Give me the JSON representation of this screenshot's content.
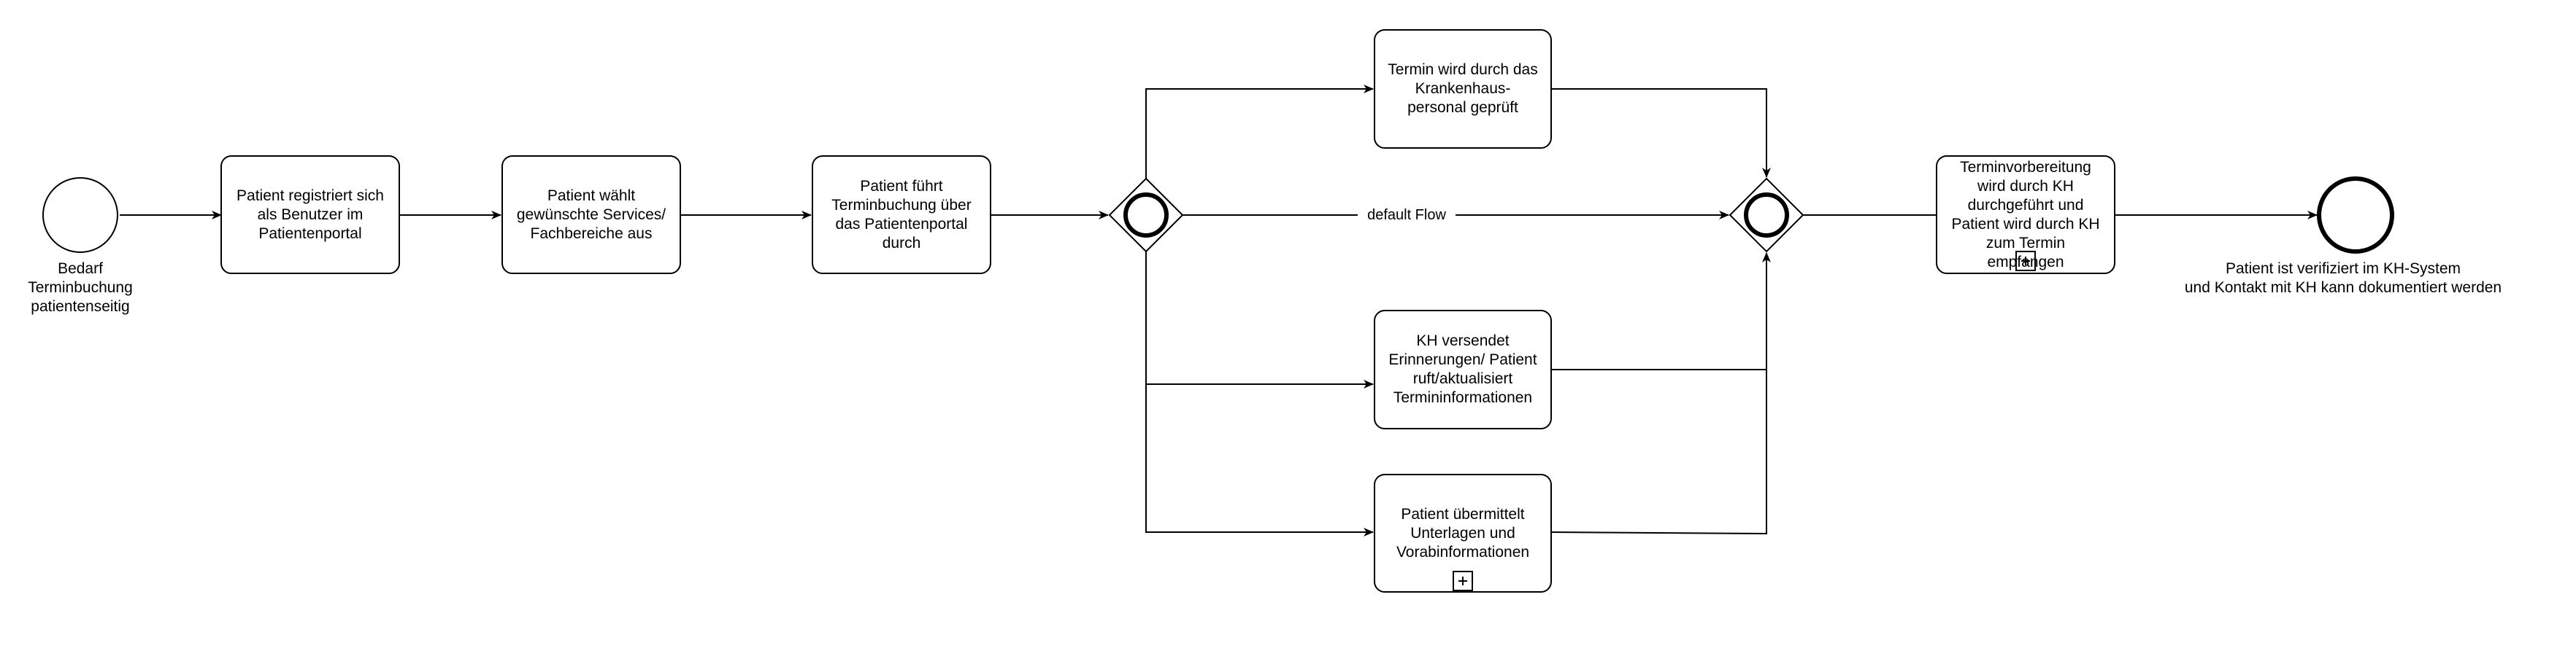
{
  "start_event": {
    "label": "Bedarf\nTerminbuchung\npatientenseitig"
  },
  "tasks": {
    "register": "Patient registriert sich\nals Benutzer im\nPatientenportal",
    "select_services": "Patient wählt\ngewünschte Services/\nFachbereiche aus",
    "booking": "Patient führt\nTerminbuchung über\ndas Patientenportal\ndurch",
    "check": "Termin wird durch das\nKrankenhaus-\npersonal geprüft",
    "reminders": "KH versendet\nErinnerungen/ Patient\nruft/aktualisiert\nTermininformationen",
    "documents": "Patient übermittelt\nUnterlagen und\nVorabinformationen",
    "preparation": "Terminvorbereitung\nwird durch KH\ndurchgeführt und\nPatient wird durch KH\nzum Termin\nempfangen"
  },
  "flows": {
    "default_flow": "default Flow"
  },
  "end_event": {
    "label": "Patient ist verifiziert im KH-System\nund Kontakt mit KH kann dokumentiert werden"
  },
  "subprocess_marker": "+"
}
